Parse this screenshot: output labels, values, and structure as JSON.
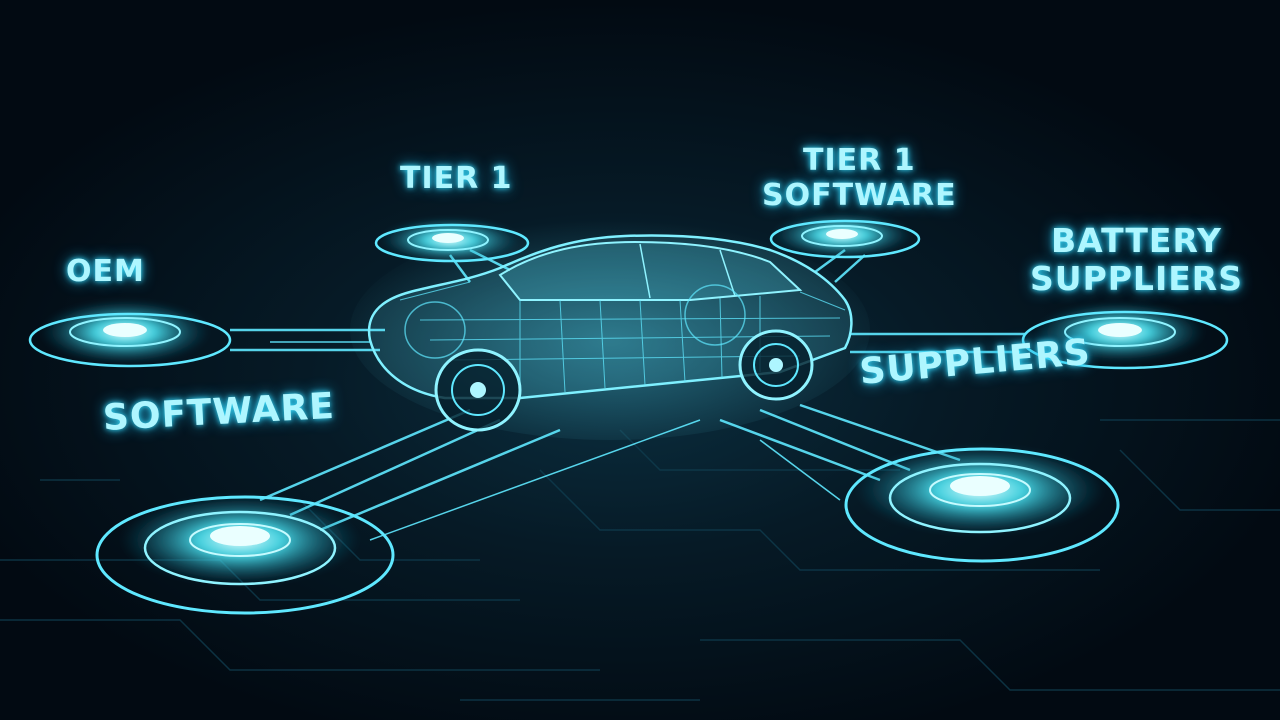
{
  "diagram": {
    "center_node": "car-hologram",
    "nodes": [
      {
        "key": "oem",
        "lines": [
          "OEM"
        ]
      },
      {
        "key": "tier1",
        "lines": [
          "TIER 1"
        ]
      },
      {
        "key": "tier1_software",
        "lines": [
          "TIER 1",
          "SOFTWARE"
        ]
      },
      {
        "key": "battery_suppliers",
        "lines": [
          "BATTERY",
          "SUPPLIERS"
        ]
      },
      {
        "key": "software",
        "lines": [
          "SOFTWARE"
        ]
      },
      {
        "key": "suppliers",
        "lines": [
          "SUPPLIERS"
        ]
      }
    ],
    "colors": {
      "background": "#020a12",
      "glow": "#39e0ff",
      "line": "#5fe8ff",
      "text": "#aef6ff"
    }
  }
}
